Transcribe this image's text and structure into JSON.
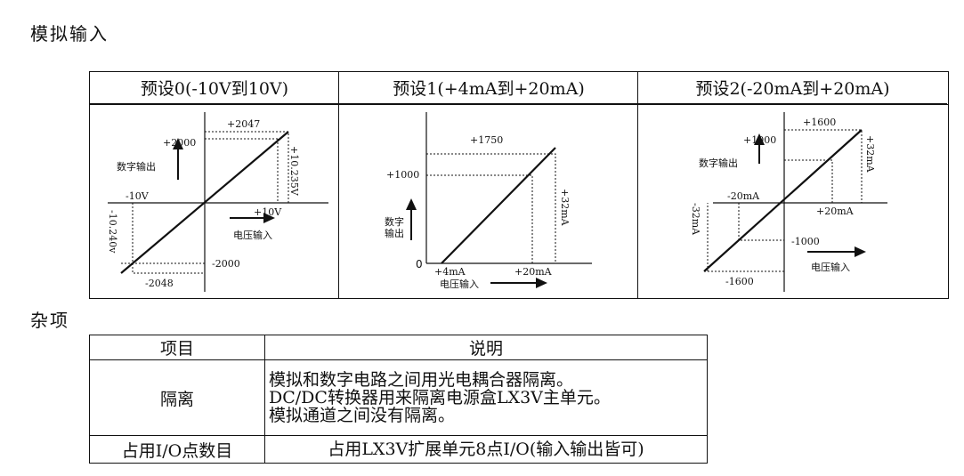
{
  "sections": {
    "analog_input_title": "模拟输入",
    "misc_title": "杂项"
  },
  "presets": [
    {
      "header": "预设0(-10V到10V)",
      "labels": {
        "top_count": "+2047",
        "pos_count": "+2000",
        "y_axis": "数字输出",
        "right_voltage": "+10.235V",
        "neg_voltage_label": "-10V",
        "pos_voltage_label": "+10V",
        "left_voltage": "-10.240v",
        "x_axis": "电压输入",
        "neg_count": "-2000",
        "bottom_count": "-2048"
      }
    },
    {
      "header": "预设1(+4mA到+20mA)",
      "labels": {
        "top_count": "+1750",
        "pos_count": "+1000",
        "y_axis_line1": "数字",
        "y_axis_line2": "输出",
        "zero": "0",
        "start_current": "+4mA",
        "end_current": "+20mA",
        "right_current": "+32mA",
        "x_axis": "电压输入"
      }
    },
    {
      "header": "预设2(-20mA到+20mA)",
      "labels": {
        "top_count": "+1600",
        "pos_count": "+1000",
        "y_axis": "数字输出",
        "right_current": "+32mA",
        "neg_current_label": "-20mA",
        "pos_current_label": "+20mA",
        "left_current": "-32mA",
        "neg_count": "-1000",
        "x_axis": "电压输入",
        "bottom_count": "-1600"
      }
    }
  ],
  "misc_table": {
    "headers": [
      "项目",
      "说明"
    ],
    "rows": [
      {
        "item": "隔离",
        "desc_lines": [
          "模拟和数字电路之间用光电耦合器隔离。",
          "DC/DC转换器用来隔离电源盒LX3V主单元。",
          "模拟通道之间没有隔离。"
        ]
      },
      {
        "item": "占用I/O点数目",
        "desc_lines": [
          "占用LX3V扩展单元8点I/O(输入输出皆可)"
        ]
      }
    ]
  }
}
